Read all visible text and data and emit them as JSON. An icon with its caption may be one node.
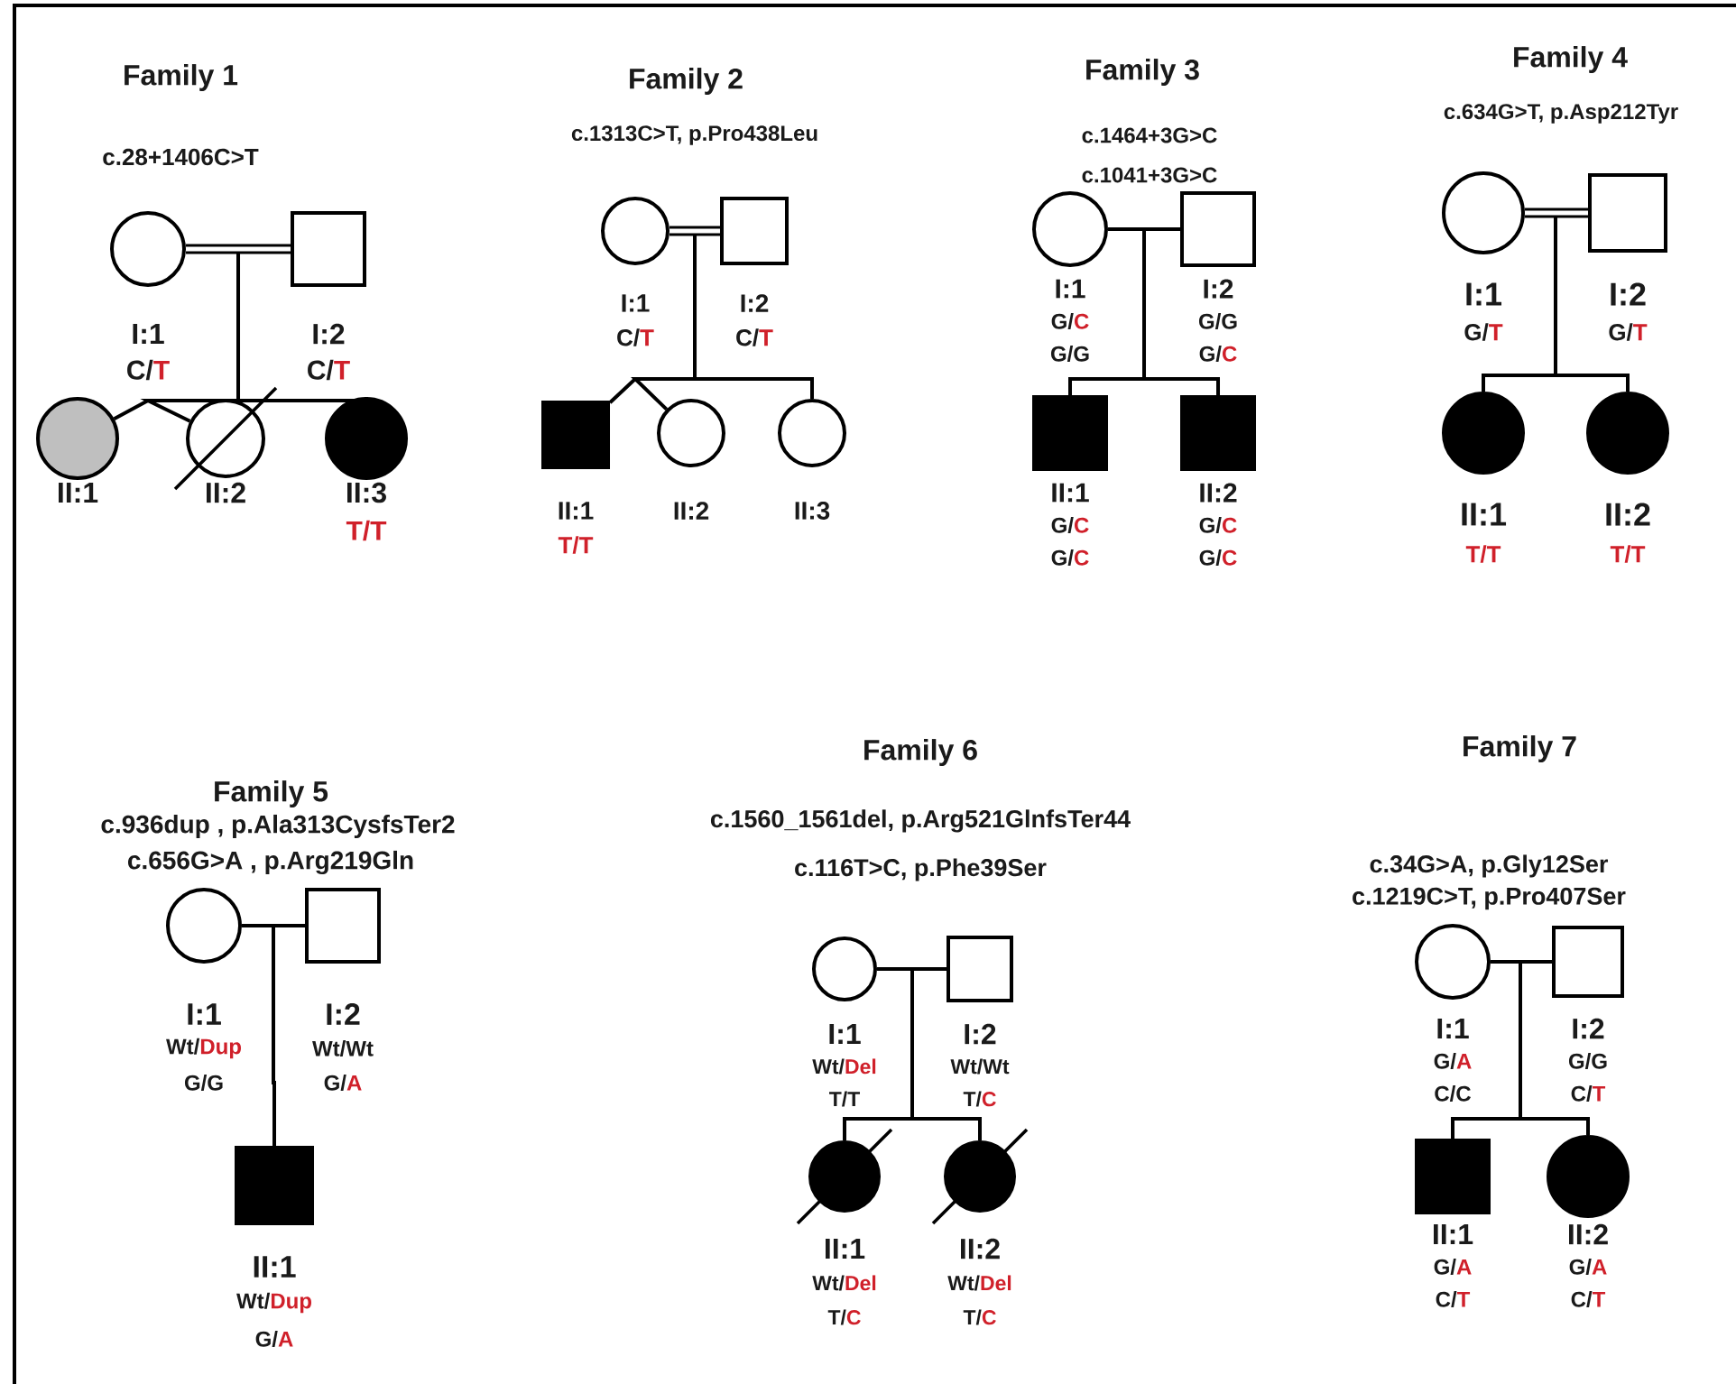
{
  "diagram": {
    "nodes": [
      {
        "text": [],
        "shape": "circle",
        "beside": [
          "I:1",
          "C/**T**"
        ]
      },
      {
        "text": [],
        "shape": "box",
        "beside": [
          "I:2",
          "C/**T**"
        ]
      },
      {
        "text": [],
        "shape": "circle",
        "beside": [
          "II:1"
        ]
      },
      {
        "text": [],
        "shape": "circle",
        "beside": [
          "II:2"
        ]
      },
      {
        "text": [],
        "shape": "circle",
        "beside": [
          "II:3",
          "**T/T**"
        ]
      },
      {
        "text": [],
        "shape": "circle",
        "beside": [
          "I:1",
          "C/**T**"
        ]
      },
      {
        "text": [],
        "shape": "box",
        "beside": [
          "I:2",
          "C/**T**"
        ]
      },
      {
        "text": [],
        "shape": "box",
        "beside": [
          "II:1",
          "**T/T**"
        ]
      },
      {
        "text": [],
        "shape": "circle",
        "beside": [
          "II:2"
        ]
      },
      {
        "text": [],
        "shape": "circle",
        "beside": [
          "II:3"
        ]
      },
      {
        "text": [],
        "shape": "circle",
        "beside": [
          "I:1",
          "G/**C**",
          "G/G"
        ]
      },
      {
        "text": [],
        "shape": "box",
        "beside": [
          "I:2",
          "G/G",
          "G/**C**"
        ]
      },
      {
        "text": [],
        "shape": "box",
        "beside": [
          "II:1",
          "G/**C**",
          "G/**C**"
        ]
      },
      {
        "text": [],
        "shape": "box",
        "beside": [
          "II:2",
          "G/**C**",
          "G/**C**"
        ]
      },
      {
        "text": [],
        "shape": "circle",
        "beside": [
          "I:1",
          "G/**T**"
        ]
      },
      {
        "text": [],
        "shape": "box",
        "beside": [
          "I:2",
          "G/**T**"
        ]
      },
      {
        "text": [],
        "shape": "circle",
        "beside": [
          "II:1",
          "**T/T**"
        ]
      },
      {
        "text": [],
        "shape": "circle",
        "beside": [
          "II:2",
          "**T/T**"
        ]
      },
      {
        "text": [],
        "shape": "circle",
        "beside": [
          "I:1",
          "Wt/**Dup**",
          "G/G"
        ]
      },
      {
        "text": [],
        "shape": "box",
        "beside": [
          "I:2",
          "Wt/Wt",
          "G/**A**"
        ]
      },
      {
        "text": [],
        "shape": "box",
        "beside": [
          "II:1",
          "Wt/**Dup**",
          "G/**A**"
        ]
      },
      {
        "text": [],
        "shape": "circle",
        "beside": [
          "I:1",
          "Wt/**Del**",
          "T/T"
        ]
      },
      {
        "text": [],
        "shape": "box",
        "beside": [
          "I:2",
          "Wt/Wt",
          "T/**C**"
        ]
      },
      {
        "text": [],
        "shape": "circle",
        "beside": [
          "II:1",
          "Wt/**Del**",
          "T/**C**"
        ]
      },
      {
        "text": [],
        "shape": "circle",
        "beside": [
          "II:2",
          "Wt/**Del**",
          "T/**C**"
        ]
      },
      {
        "text": [],
        "shape": "circle",
        "beside": [
          "I:1",
          "G/**A**",
          "C/C"
        ]
      },
      {
        "text": [],
        "shape": "box",
        "beside": [
          "I:2",
          "G/G",
          "C/**T**"
        ]
      },
      {
        "text": [],
        "shape": "box",
        "beside": [
          "II:1",
          "G/**A**",
          "C/**T**"
        ]
      },
      {
        "text": [],
        "shape": "circle",
        "beside": [
          "II:2",
          "G/**A**",
          "C/**T**"
        ]
      }
    ],
    "edges": [
      {
        "from": 0,
        "to": 1,
        "arrow": "none",
        "style": "thick"
      },
      {
        "from": 0,
        "to": 2,
        "arrow": "none"
      },
      {
        "from": 1,
        "to": 2,
        "arrow": "none"
      },
      {
        "from": 0,
        "to": 3,
        "arrow": "none"
      },
      {
        "from": 1,
        "to": 3,
        "arrow": "none"
      },
      {
        "from": 0,
        "to": 4,
        "arrow": "none"
      },
      {
        "from": 1,
        "to": 4,
        "arrow": "none"
      },
      {
        "from": 5,
        "to": 6,
        "arrow": "none",
        "style": "thick"
      },
      {
        "from": 5,
        "to": 7,
        "arrow": "none"
      },
      {
        "from": 6,
        "to": 7,
        "arrow": "none"
      },
      {
        "from": 5,
        "to": 8,
        "arrow": "none"
      },
      {
        "from": 6,
        "to": 8,
        "arrow": "none"
      },
      {
        "from": 5,
        "to": 9,
        "arrow": "none"
      },
      {
        "from": 6,
        "to": 9,
        "arrow": "none"
      },
      {
        "from": 10,
        "to": 11,
        "arrow": "none"
      },
      {
        "from": 10,
        "to": 12,
        "arrow": "none"
      },
      {
        "from": 11,
        "to": 12,
        "arrow": "none"
      },
      {
        "from": 10,
        "to": 13,
        "arrow": "none"
      },
      {
        "from": 11,
        "to": 13,
        "arrow": "none"
      },
      {
        "from": 14,
        "to": 15,
        "arrow": "none",
        "style": "thick"
      },
      {
        "from": 14,
        "to": 16,
        "arrow": "none"
      },
      {
        "from": 15,
        "to": 16,
        "arrow": "none"
      },
      {
        "from": 14,
        "to": 17,
        "arrow": "none"
      },
      {
        "from": 15,
        "to": 17,
        "arrow": "none"
      },
      {
        "from": 18,
        "to": 19,
        "arrow": "none"
      },
      {
        "from": 18,
        "to": 20,
        "arrow": "none"
      },
      {
        "from": 19,
        "to": 20,
        "arrow": "none"
      },
      {
        "from": 21,
        "to": 22,
        "arrow": "none"
      },
      {
        "from": 21,
        "to": 23,
        "arrow": "none"
      },
      {
        "from": 22,
        "to": 23,
        "arrow": "none"
      },
      {
        "from": 21,
        "to": 24,
        "arrow": "none"
      },
      {
        "from": 22,
        "to": 24,
        "arrow": "none"
      },
      {
        "from": 25,
        "to": 26,
        "arrow": "none"
      },
      {
        "from": 25,
        "to": 27,
        "arrow": "none"
      },
      {
        "from": 26,
        "to": 27,
        "arrow": "none"
      },
      {
        "from": 25,
        "to": 28,
        "arrow": "none"
      },
      {
        "from": 26,
        "to": 28,
        "arrow": "none"
      }
    ],
    "labels": [
      "Family 1",
      "c.28+1406C>T",
      "Family 2",
      "c.1313C>T, p.Pro438Leu",
      "Family 3",
      "c.1464+3G>C",
      "c.1041+3G>C",
      "Family 4",
      "c.634G>T, p.Asp212Tyr",
      "Family 5",
      "c.936dup , p.Ala313CysfsTer2",
      "c.656G>A , p.Arg219Gln",
      "Family 6",
      "c.1560_1561del, p.Arg521GlnfsTer44",
      "c.116T>C, p.Phe39Ser",
      "Family 7",
      "c.34G>A, p.Gly12Ser",
      "c.1219C>T, p.Pro407Ser"
    ]
  }
}
